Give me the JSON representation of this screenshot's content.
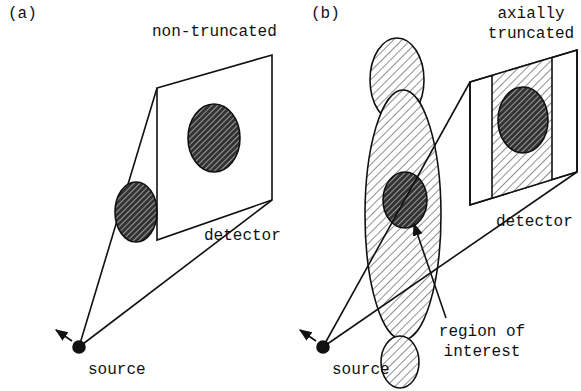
{
  "diagram": {
    "labels": [
      "(a)",
      "non-truncated",
      "detector",
      "source",
      "(b)",
      "axially truncated",
      "detector",
      "region of interest",
      "source"
    ]
  }
}
